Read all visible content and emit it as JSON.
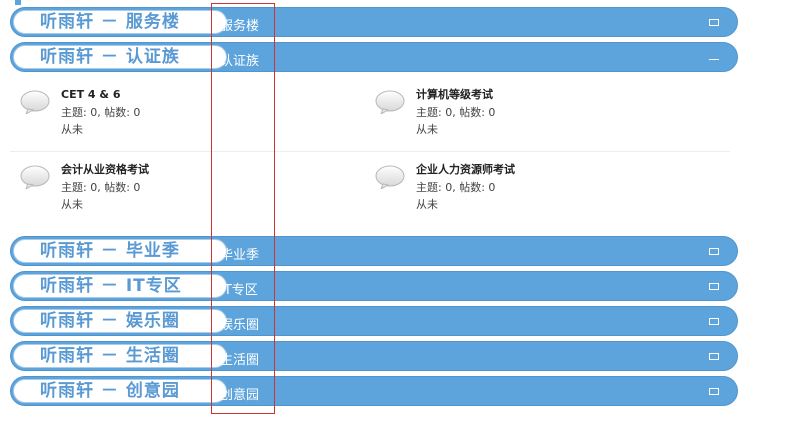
{
  "categories": [
    {
      "title": "听雨轩 － 服务楼",
      "label": "服务楼",
      "toggle": "expand-icon"
    },
    {
      "title": "听雨轩 － 认证族",
      "label": "认证族",
      "toggle": "collapse-icon"
    },
    {
      "title": "听雨轩 － 毕业季",
      "label": "毕业季",
      "toggle": "expand-icon"
    },
    {
      "title": "听雨轩 － IT专区",
      "label": "IT专区",
      "toggle": "expand-icon"
    },
    {
      "title": "听雨轩 － 娱乐圈",
      "label": "娱乐圈",
      "toggle": "expand-icon"
    },
    {
      "title": "听雨轩 － 生活圈",
      "label": "生活圈",
      "toggle": "expand-icon"
    },
    {
      "title": "听雨轩 － 创意园",
      "label": "创意园",
      "toggle": "expand-icon"
    }
  ],
  "forums": [
    {
      "name": "CET 4 & 6",
      "stats": "主题: 0, 帖数: 0",
      "last": "从未",
      "icon": "speech-bubble-icon"
    },
    {
      "name": "计算机等级考试",
      "stats": "主题: 0, 帖数: 0",
      "last": "从未",
      "icon": "speech-bubble-icon"
    },
    {
      "name": "会计从业资格考试",
      "stats": "主题: 0, 帖数: 0",
      "last": "从未",
      "icon": "speech-bubble-icon"
    },
    {
      "name": "企业人力资源师考试",
      "stats": "主题: 0, 帖数: 0",
      "last": "从未",
      "icon": "speech-bubble-icon"
    }
  ],
  "colors": {
    "bar": "#5ea4dc",
    "title_text": "#5a9ad4",
    "highlight": "#cc3333"
  }
}
